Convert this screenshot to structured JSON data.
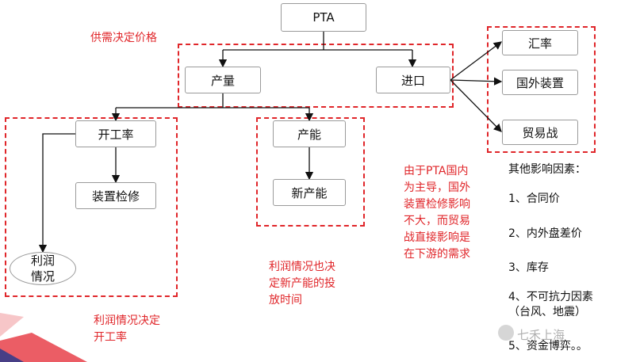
{
  "nodes": {
    "pta": "PTA",
    "output": "产量",
    "import": "进口",
    "exchange_rate": "汇率",
    "foreign_plants": "国外装置",
    "trade_war": "贸易战",
    "operating_rate": "开工率",
    "maintenance": "装置检修",
    "capacity": "产能",
    "new_capacity": "新产能",
    "profit": "利润\n情况"
  },
  "notes": {
    "supply_demand": "供需决定价格",
    "profit_operating": "利润情况决定\n开工率",
    "profit_capacity": "利润情况也决\n定新产能的投\n放时间",
    "pta_domestic": "由于PTA国内\n为主导，国外\n装置检修影响\n不大，而贸易\n战直接影响是\n在下游的需求"
  },
  "other_factors": {
    "title": "其他影响因素：",
    "items": [
      "1、合同价",
      "2、内外盘差价",
      "3、库存",
      "4、不可抗力因素\n（台风、地震）",
      "5、资金博弈。。"
    ]
  },
  "watermark": "七禾上海",
  "colors": {
    "accent_red": "#e0262a",
    "box_border": "#9a9a9a",
    "arrow": "#111111"
  }
}
